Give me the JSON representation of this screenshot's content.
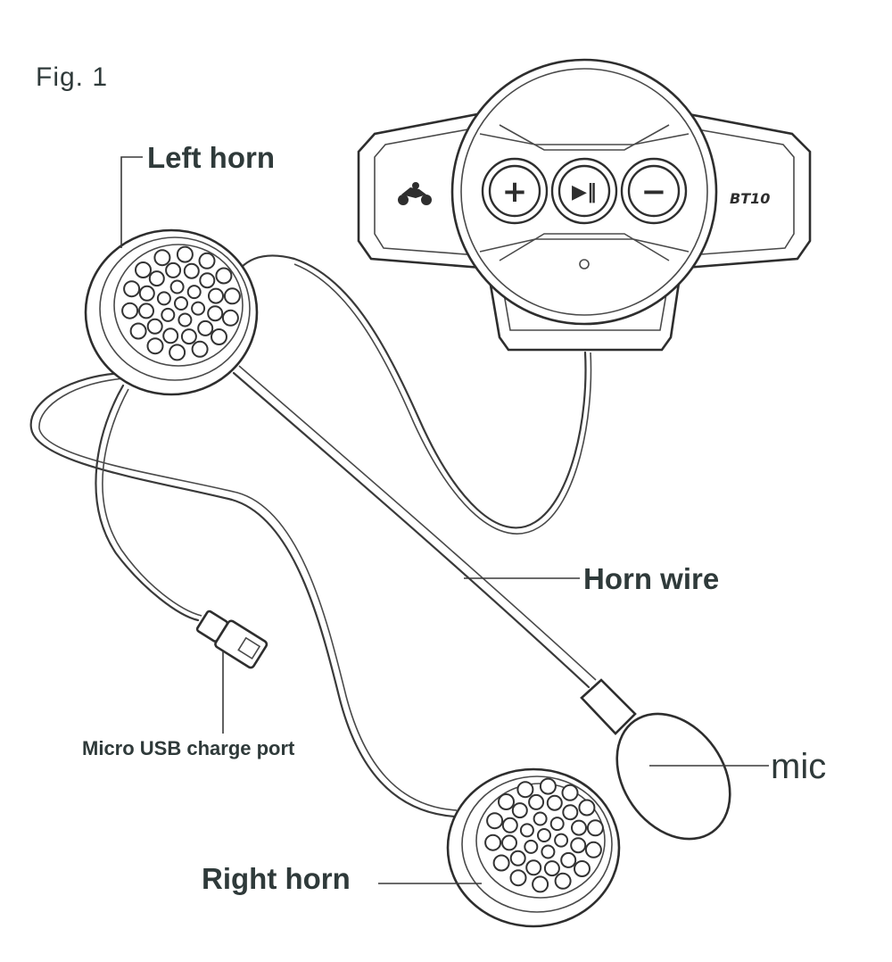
{
  "figure": {
    "title": "Fig. 1",
    "model_label": "BT10",
    "buttons": {
      "volume_up": "+",
      "play_pause": "▶‖",
      "volume_down": "−"
    }
  },
  "labels": {
    "left_horn": "Left horn",
    "horn_wire": "Horn wire",
    "micro_usb": "Micro USB charge port",
    "mic": "mic",
    "right_horn": "Right horn"
  },
  "icons": {
    "brand": "motorcycle-icon",
    "volume_up": "plus-icon",
    "play_pause": "play-pause-icon",
    "volume_down": "minus-icon"
  }
}
